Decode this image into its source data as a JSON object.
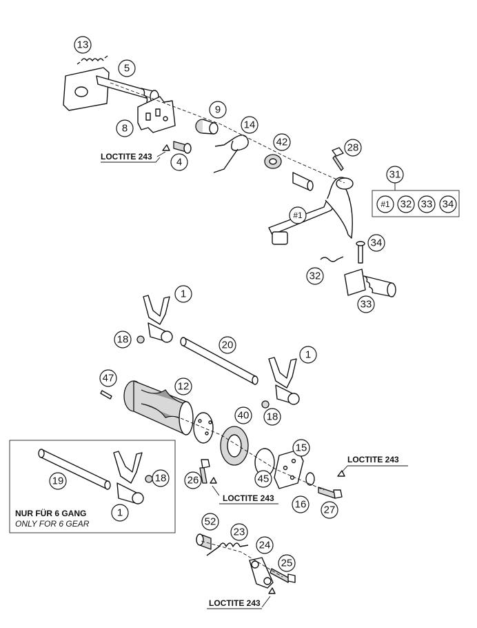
{
  "callouts": {
    "c13": "13",
    "c5": "5",
    "c9": "9",
    "c8": "8",
    "c14": "14",
    "c42": "42",
    "c28": "28",
    "c4": "4",
    "c31": "31",
    "c1_kit": "#1",
    "c32_kit": "32",
    "c33_kit": "33",
    "c34_kit": "34",
    "c1_lever": "#1",
    "c34": "34",
    "c32": "32",
    "c33": "33",
    "c1_fork_a": "1",
    "c18_a": "18",
    "c20": "20",
    "c1_fork_b": "1",
    "c47": "47",
    "c12": "12",
    "c40": "40",
    "c18_b": "18",
    "c15": "15",
    "c19": "19",
    "c18_c": "18",
    "c1_fork_c": "1",
    "c26": "26",
    "c45": "45",
    "c16": "16",
    "c27": "27",
    "c52": "52",
    "c23": "23",
    "c24": "24",
    "c25": "25"
  },
  "notes": {
    "loctite_1": "LOCTITE 243",
    "loctite_2": "LOCTITE 243",
    "loctite_3": "LOCTITE 243",
    "loctite_4": "LOCTITE 243"
  },
  "inset": {
    "line_de": "NUR FÜR 6 GANG",
    "line_en": "ONLY FOR 6 GEAR"
  }
}
